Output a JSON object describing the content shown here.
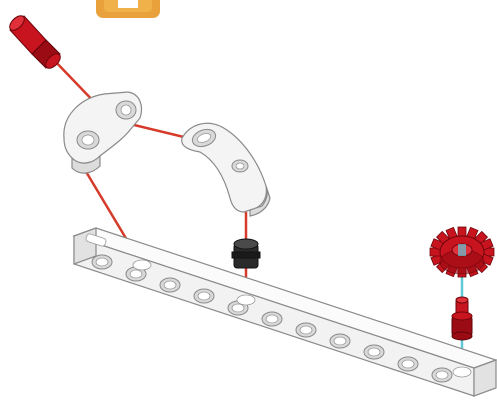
{
  "diagram": {
    "type": "assembly-instruction",
    "colors": {
      "step_badge": "#e9a23b",
      "guide_line_red": "#d63a2a",
      "guide_line_cyan": "#5fc9d6",
      "part_red": "#c8141e",
      "part_black": "#2a2a2a",
      "part_white": "#f4f4f4"
    },
    "parts": [
      {
        "name": "red-axle-pin",
        "color": "red"
      },
      {
        "name": "white-angled-connector-left",
        "color": "white"
      },
      {
        "name": "white-angled-connector-right",
        "color": "white"
      },
      {
        "name": "black-axle-bush",
        "color": "black"
      },
      {
        "name": "red-gear",
        "color": "red"
      },
      {
        "name": "red-pin",
        "color": "red"
      },
      {
        "name": "white-long-beam",
        "color": "white"
      }
    ]
  }
}
